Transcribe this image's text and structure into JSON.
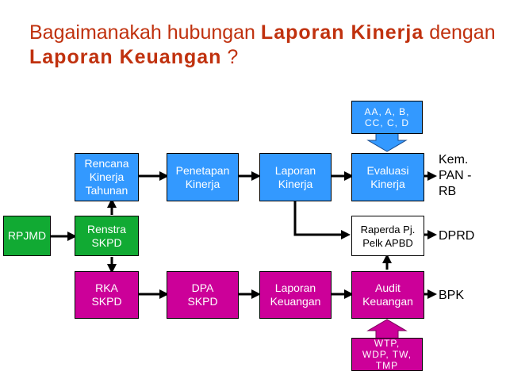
{
  "title": {
    "part1": "Bagaimanakah hubungan ",
    "bold1": "Laporan Kinerja",
    "part2": " dengan ",
    "bold2": "Laporan Keuangan",
    "part3": " ?"
  },
  "nodes": {
    "rpjmd": "RPJMD",
    "renstra": "Renstra\nSKPD",
    "rencana": "Rencana\nKinerja\nTahunan",
    "penetapan": "Penetapan\nKinerja",
    "laporan_kinerja": "Laporan\nKinerja",
    "evaluasi": "Evaluasi\nKinerja",
    "rating_aa": "AA, A, B,\nCC, C, D",
    "raperda": "Raperda Pj.\nPelk APBD",
    "rka": "RKA\nSKPD",
    "dpa": "DPA\nSKPD",
    "laporan_keuangan": "Laporan\nKeuangan",
    "audit": "Audit\nKeuangan",
    "opini": "WTP,\nWDP, TW,\nTMP"
  },
  "side_labels": {
    "kempan": "Kem.\nPAN -\nRB",
    "dprd": "DPRD",
    "bpk": "BPK"
  },
  "colors": {
    "title": "#c0310e",
    "blue_box": "#3399ff",
    "green_box": "#11aa33",
    "magenta_box": "#cc0099"
  }
}
